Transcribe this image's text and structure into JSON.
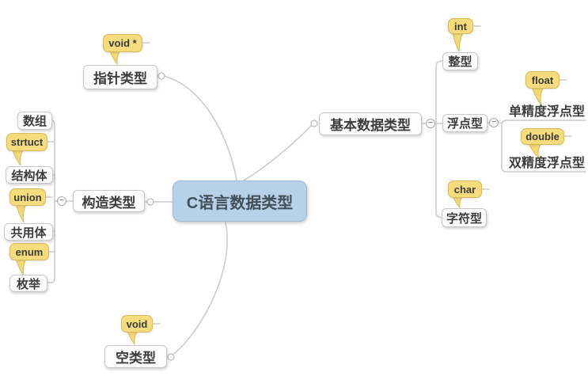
{
  "ui": {
    "collapse_glyph": "−"
  },
  "root": {
    "label": "C语言数据类型"
  },
  "pointer": {
    "label": "指针类型",
    "callout": "void *"
  },
  "construct": {
    "label": "构造类型",
    "children": [
      {
        "label": "数组"
      },
      {
        "label": "结构体",
        "callout": "strtuct"
      },
      {
        "label": "共用体",
        "callout": "union"
      },
      {
        "label": "枚举",
        "callout": "enum"
      }
    ]
  },
  "basic": {
    "label": "基本数据类型",
    "children": [
      {
        "label": "整型",
        "callout": "int"
      },
      {
        "label": "浮点型",
        "children": [
          {
            "label": "单精度浮点型",
            "callout": "float"
          },
          {
            "label": "双精度浮点型",
            "callout": "double"
          }
        ]
      },
      {
        "label": "字符型",
        "callout": "char"
      }
    ]
  },
  "void_type": {
    "label": "空类型",
    "callout": "void"
  },
  "colors": {
    "root_fill": "#b7d1e8",
    "node_fill": "#fdfdfe",
    "node_border": "#c8c8c8",
    "callout_fill": "#f6dc7d",
    "callout_border": "#d9b95b",
    "connector_line": "#cccccc",
    "text": "#3c3c3c"
  }
}
